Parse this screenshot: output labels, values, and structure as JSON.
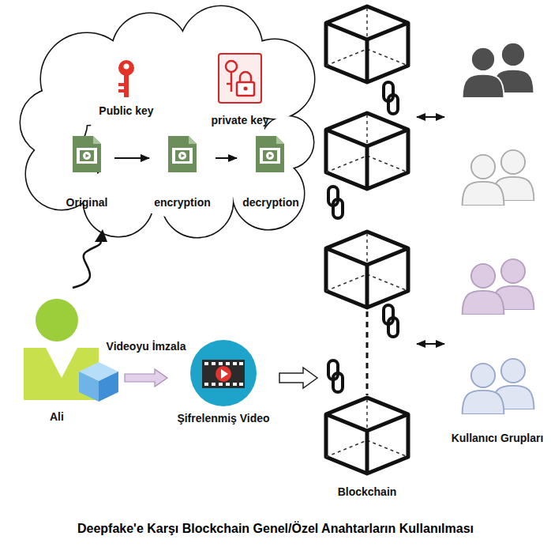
{
  "diagram": {
    "caption": "Deepfake'e Karşı Blockchain Genel/Özel Anahtarların Kullanılması",
    "nodes": [
      {
        "text": [
          "Public key"
        ]
      },
      {
        "text": [
          "private key"
        ]
      },
      {
        "text": [
          "Original"
        ]
      },
      {
        "text": [
          "encryption"
        ]
      },
      {
        "text": [
          "decryption"
        ]
      },
      {
        "text": [
          "Ali"
        ]
      },
      {
        "text": [
          "Şifrelenmiş Video"
        ]
      },
      {
        "text": [
          "Blockchain"
        ]
      },
      {
        "text": [
          "Kullanıcı Grupları"
        ]
      }
    ],
    "edges": [
      {
        "from": 2,
        "to": 3,
        "arrow": "to"
      },
      {
        "from": 3,
        "to": 4,
        "arrow": "to"
      },
      {
        "from": 5,
        "to": 6,
        "label": "Videoyu İmzala",
        "arrow": "to"
      },
      {
        "from": 6,
        "to": 7,
        "arrow": "to"
      },
      {
        "from": 7,
        "to": 8,
        "arrow": "both"
      },
      {
        "from": 7,
        "to": 8,
        "arrow": "both"
      }
    ]
  }
}
